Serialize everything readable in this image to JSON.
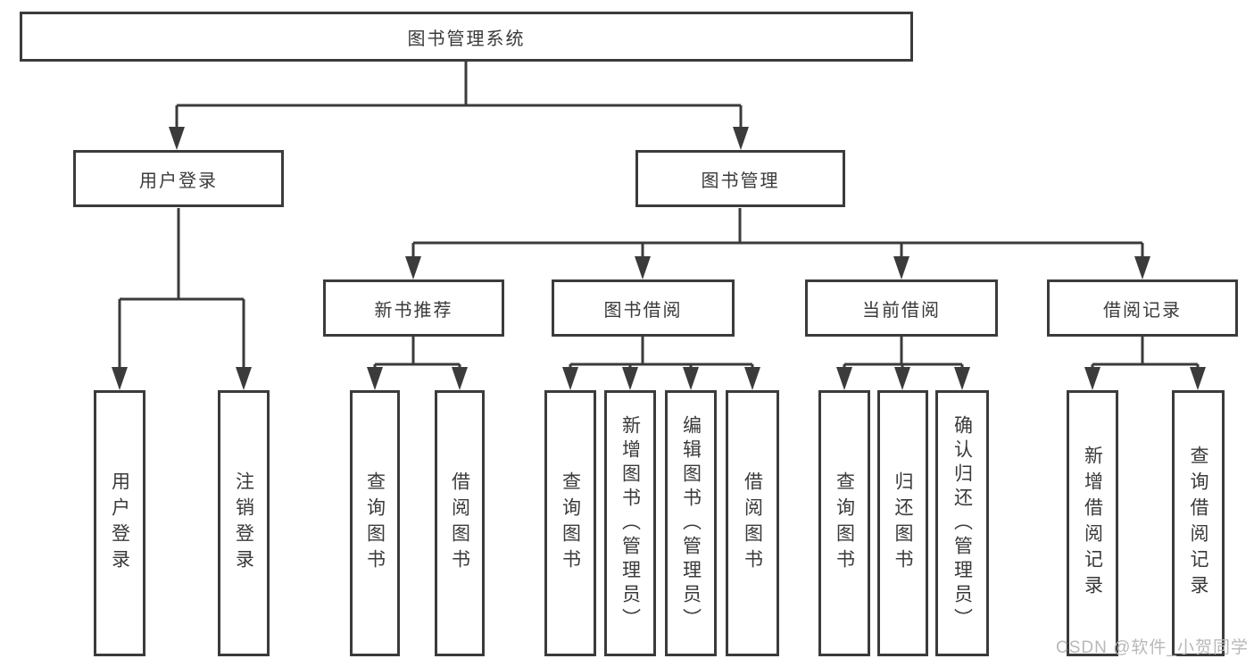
{
  "diagram": {
    "root": {
      "label": "图书管理系统"
    },
    "level2": {
      "user_login_group": {
        "label": "用户登录"
      },
      "book_management": {
        "label": "图书管理"
      }
    },
    "level3": {
      "new_book_recommend": {
        "label": "新书推荐"
      },
      "book_borrowing": {
        "label": "图书借阅"
      },
      "current_borrowing": {
        "label": "当前借阅"
      },
      "borrowing_records": {
        "label": "借阅记录"
      }
    },
    "leaves": {
      "user_login": {
        "label": "用户登录"
      },
      "logout": {
        "label": "注销登录"
      },
      "nb_query_books": {
        "label": "查询图书"
      },
      "nb_borrow_books": {
        "label": "借阅图书"
      },
      "bb_query_books": {
        "label": "查询图书"
      },
      "bb_add_books": {
        "label": "新增图书（管理员）"
      },
      "bb_edit_books": {
        "label": "编辑图书（管理员）"
      },
      "bb_borrow_books": {
        "label": "借阅图书"
      },
      "cb_query_books": {
        "label": "查询图书"
      },
      "cb_return_books": {
        "label": "归还图书"
      },
      "cb_confirm_return": {
        "label": "确认归还（管理员）"
      },
      "br_add_record": {
        "label": "新增借阅记录"
      },
      "br_query_record": {
        "label": "查询借阅记录"
      }
    }
  },
  "watermark": {
    "text": "CSDN @软件_小贺同学"
  },
  "colors": {
    "line": "#3b3b3b",
    "text": "#3a3a3a",
    "watermark": "#b8b8b8",
    "background": "#ffffff"
  }
}
